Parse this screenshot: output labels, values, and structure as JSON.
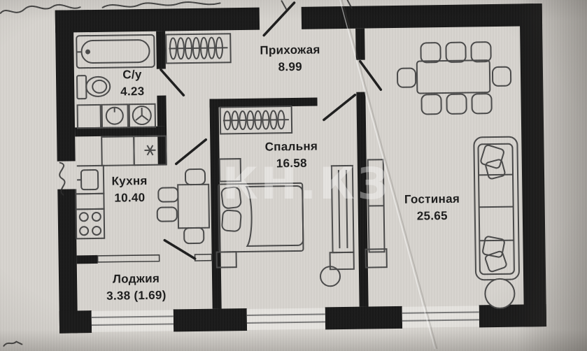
{
  "document": {
    "kind": "apartment-floor-plan-photo",
    "watermark": "КН.КЗ"
  },
  "rooms": [
    {
      "id": "bathroom",
      "name": "С/у",
      "area": "4.23"
    },
    {
      "id": "hallway",
      "name": "Прихожая",
      "area": "8.99"
    },
    {
      "id": "kitchen",
      "name": "Кухня",
      "area": "10.40"
    },
    {
      "id": "bedroom",
      "name": "Спальня",
      "area": "16.58"
    },
    {
      "id": "living",
      "name": "Гостиная",
      "area": "25.65"
    },
    {
      "id": "loggia",
      "name": "Лоджия",
      "area": "3.38 (1.69)"
    }
  ],
  "furniture_icons": {
    "bathroom": [
      "bathtub-icon",
      "toilet-icon",
      "cabinet-icon",
      "washbasin-icon",
      "washing-machine-icon"
    ],
    "hallway": [
      "wardrobe-hangers-icon"
    ],
    "kitchen": [
      "upper-cabinet-icon",
      "sink-icon",
      "counter-icon",
      "stove-icon",
      "table-icon",
      "chair-icon"
    ],
    "bedroom": [
      "wardrobe-hangers-icon",
      "nightstand-icon",
      "bed-icon",
      "bench-icon",
      "tv-unit-icon",
      "stool-icon"
    ],
    "living": [
      "dining-table-icon",
      "chair-icon",
      "tv-unit-icon",
      "sofa-icon",
      "round-side-table-icon"
    ]
  },
  "colors": {
    "paper": "#d7d4cf",
    "wall": "#1a1a1a",
    "furniture_line": "#4a4a4a",
    "label_text": "#1d1d1d",
    "watermark": "rgba(255,255,255,0.38)"
  }
}
